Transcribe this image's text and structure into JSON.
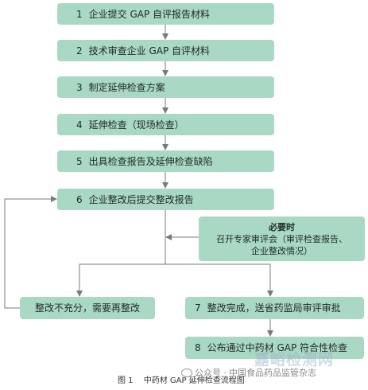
{
  "steps": [
    {
      "num": "1",
      "label": "企业提交 GAP 自评报告材料"
    },
    {
      "num": "2",
      "label": "技术审查企业 GAP 自评材料"
    },
    {
      "num": "3",
      "label": "制定延伸检查方案"
    },
    {
      "num": "4",
      "label": "延伸检查（现场检查）"
    },
    {
      "num": "5",
      "label": "出具检查报告及延伸检查缺陷"
    },
    {
      "num": "6",
      "label": "企业整改后提交整改报告"
    },
    {
      "num": "7",
      "label": "整改完成，送省药监局审评审批"
    },
    {
      "num": "8",
      "label": "公布通过中药材 GAP 符合性检查"
    }
  ],
  "expert_review": {
    "heading": "必要时",
    "line1": "召开专家审评会（审评检查报告、",
    "line2": "企业整改情况）"
  },
  "insufficient": "整改不充分，需要再整改",
  "caption": {
    "figure": "图 1",
    "title": "中药材 GAP 延伸检查流程图"
  },
  "wechat_label": "公众号 ·",
  "watermark": "嘉峪检测网",
  "watermark_sub": "中国食品药品监管杂志",
  "colors": {
    "box_fill": "#a9d8c4",
    "line": "#7a7a7a",
    "text": "#1f2a27"
  }
}
